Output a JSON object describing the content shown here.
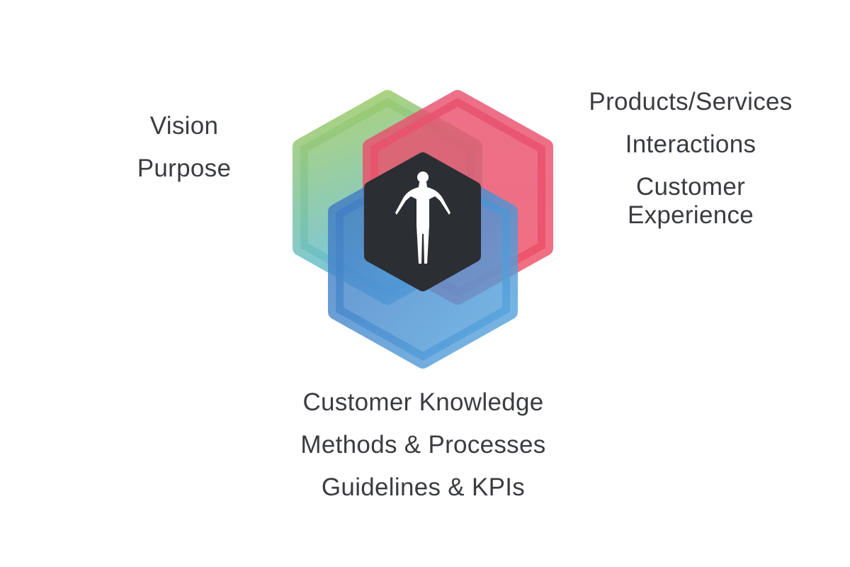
{
  "colors": {
    "background": "#ffffff",
    "text": "#3a3c40",
    "green_hex_top": "#a3cc5a",
    "green_hex_bottom": "#5bbbe8",
    "red_hex_top": "#e8506e",
    "red_hex_bottom": "#ee4f66",
    "blue_hex_top": "#3f76c0",
    "blue_hex_bottom": "#5aa9e0",
    "core_hex": "#2b2e33",
    "figure": "#ffffff"
  },
  "labels": {
    "left": [
      "Vision",
      "Purpose"
    ],
    "right": [
      "Products/Services",
      "Interactions",
      "Customer",
      "Experience"
    ],
    "bottom": [
      "Customer Knowledge",
      "Methods & Processes",
      "Guidelines & KPIs"
    ]
  },
  "icons": {
    "center": "human-figure-icon"
  }
}
